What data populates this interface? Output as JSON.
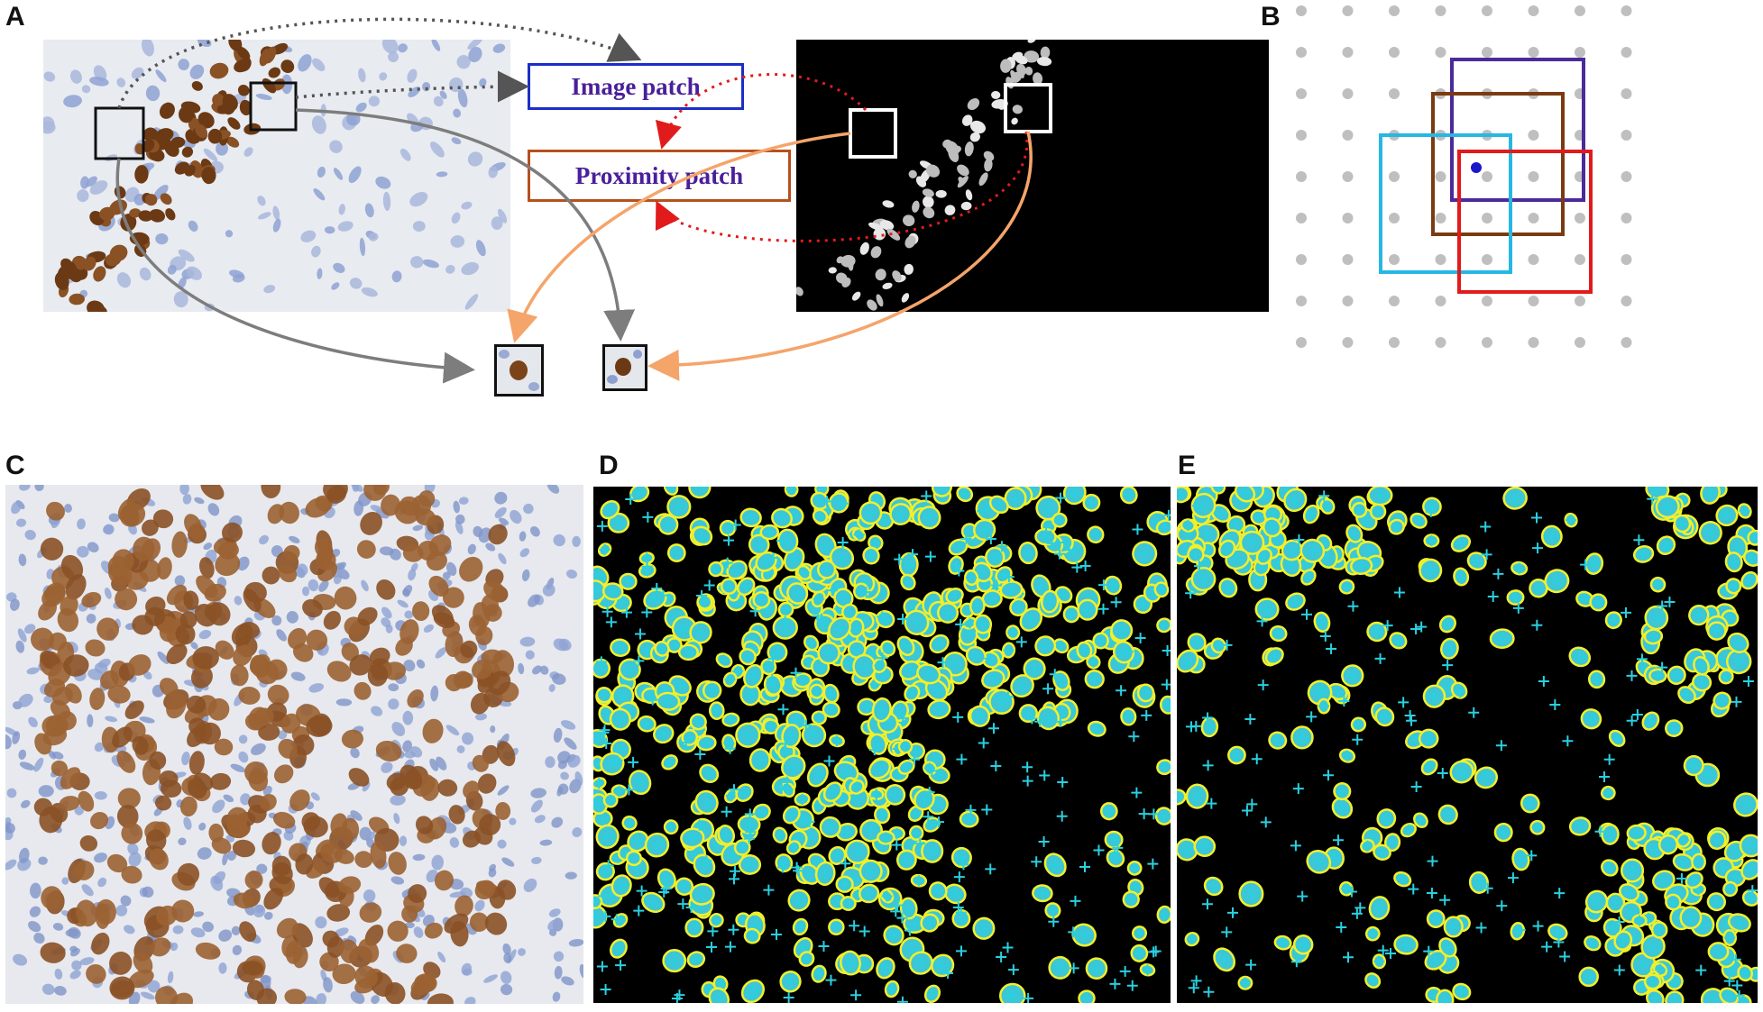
{
  "panels": {
    "a": "A",
    "b": "B",
    "c": "C",
    "d": "D",
    "e": "E"
  },
  "patch_labels": {
    "image_patch": "Image patch",
    "proximity_patch": "Proximity patch"
  },
  "colors": {
    "ihc_background": "#e6e9ee",
    "brown_nucleus": "#6b3a14",
    "blue_nucleus": "#7f95c8",
    "fluorescence_background": "#000000",
    "contour_yellow": "#f2ef2a",
    "fill_cyan": "#3cc6d6",
    "grid_dot": "#bfbfbf",
    "box_purple": "#4b2a9a",
    "box_brown": "#7a3b12",
    "box_cyan": "#27b7e3",
    "box_red": "#e11b1b",
    "dot_blue": "#1a17c9",
    "arrow_gray": "#7d7d7d",
    "arrow_orange": "#f5a46a",
    "arrow_red": "#e11b1b"
  }
}
